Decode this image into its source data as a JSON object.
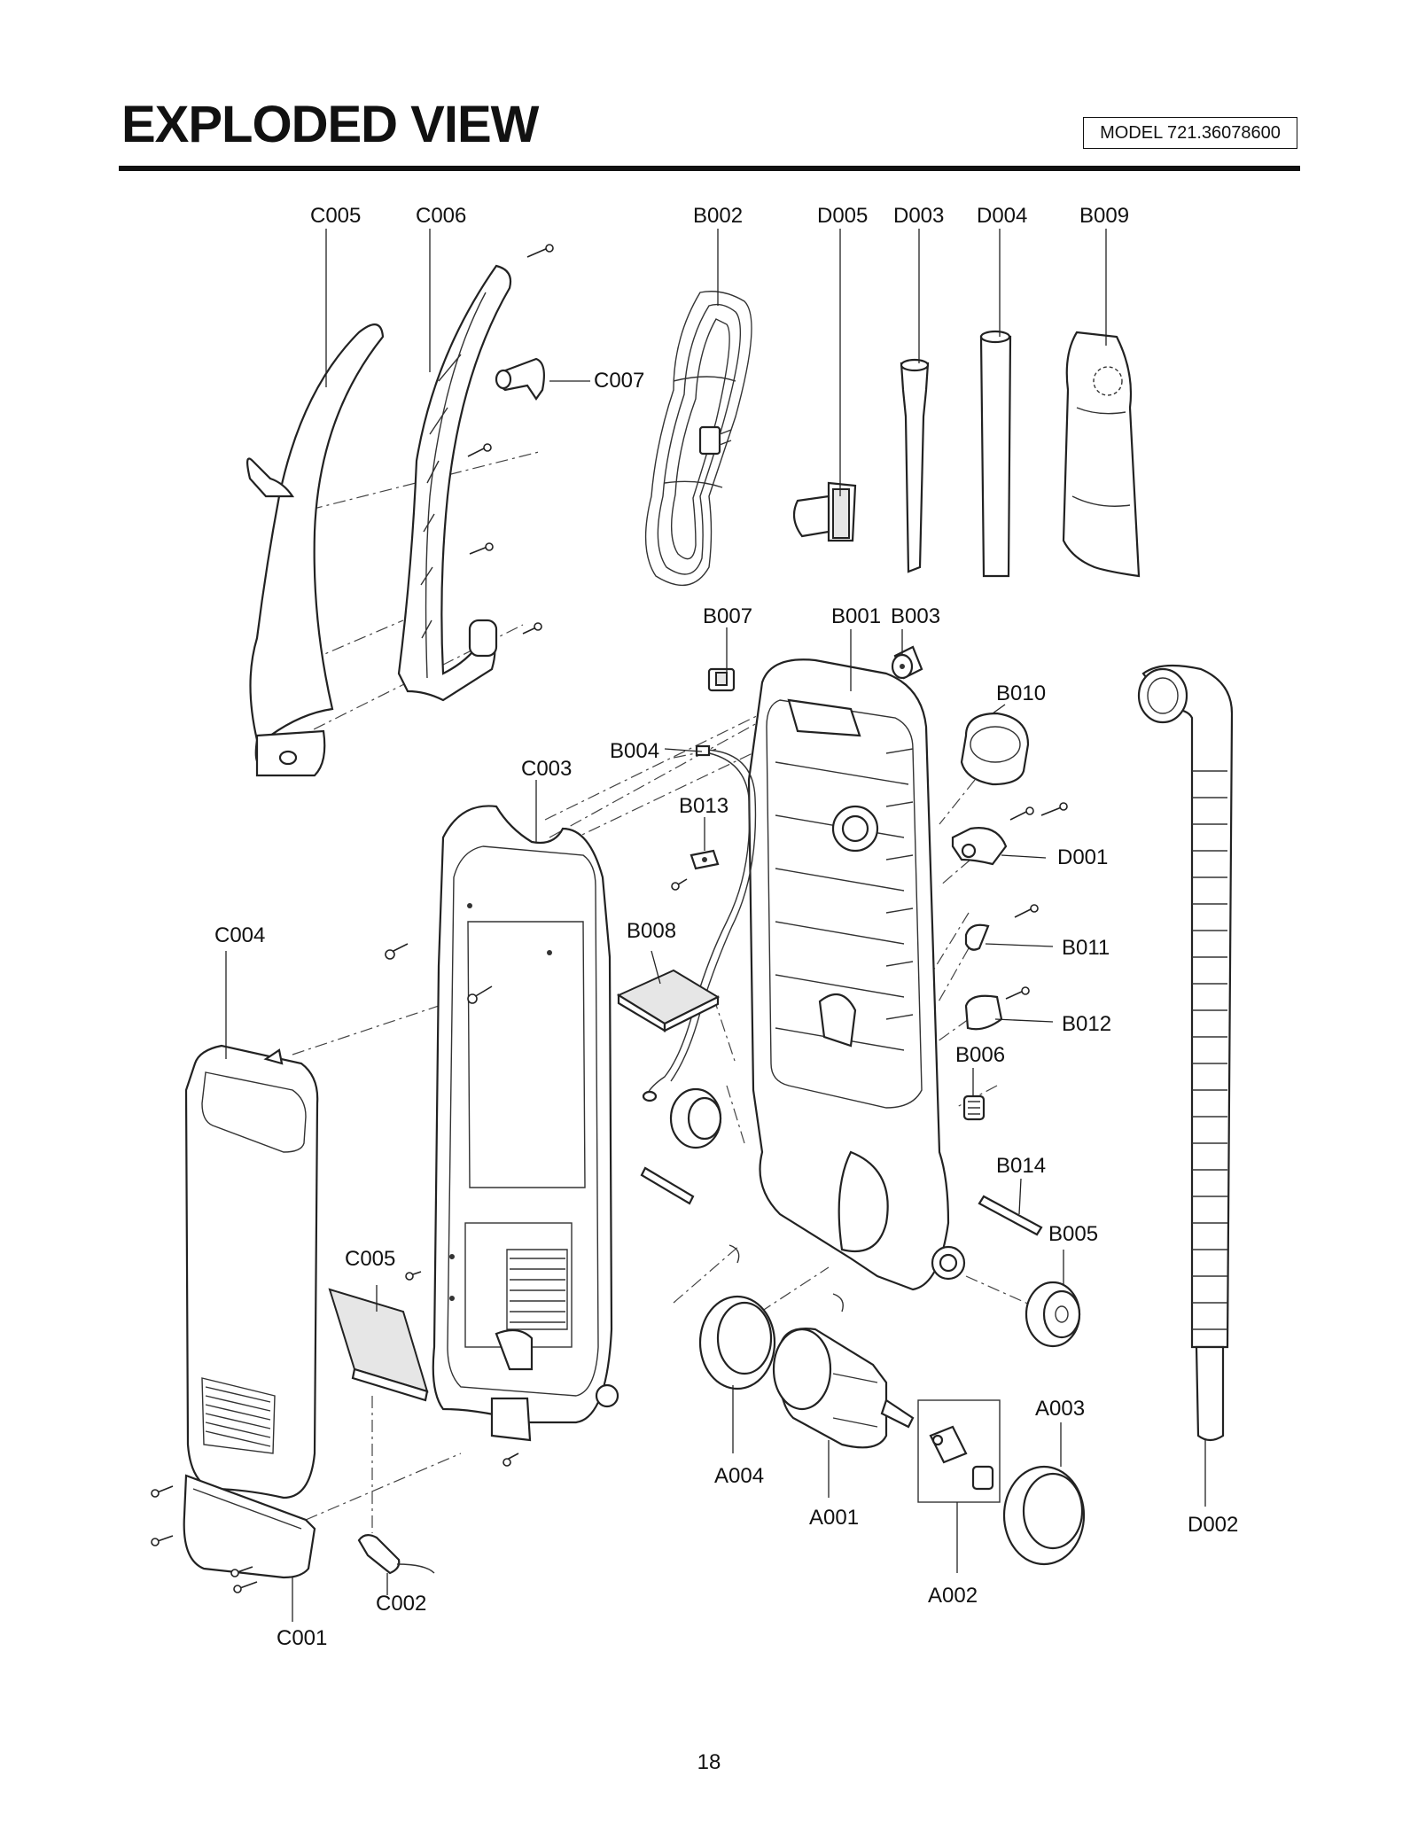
{
  "header": {
    "title": "EXPLODED VIEW",
    "model": "MODEL 721.36078600"
  },
  "page_number": "18",
  "parts": {
    "C005a": "C005",
    "C006": "C006",
    "C007": "C007",
    "B002": "B002",
    "D005": "D005",
    "D003": "D003",
    "D004": "D004",
    "B009": "B009",
    "B007": "B007",
    "B001": "B001",
    "B003": "B003",
    "B010": "B010",
    "B004": "B004",
    "C003": "C003",
    "B013": "B013",
    "D001": "D001",
    "C004": "C004",
    "B008": "B008",
    "B011": "B011",
    "B012": "B012",
    "B006": "B006",
    "B014": "B014",
    "B005": "B005",
    "C005b": "C005",
    "A003": "A003",
    "A004": "A004",
    "A001": "A001",
    "A002": "A002",
    "D002": "D002",
    "C002": "C002",
    "C001": "C001"
  }
}
